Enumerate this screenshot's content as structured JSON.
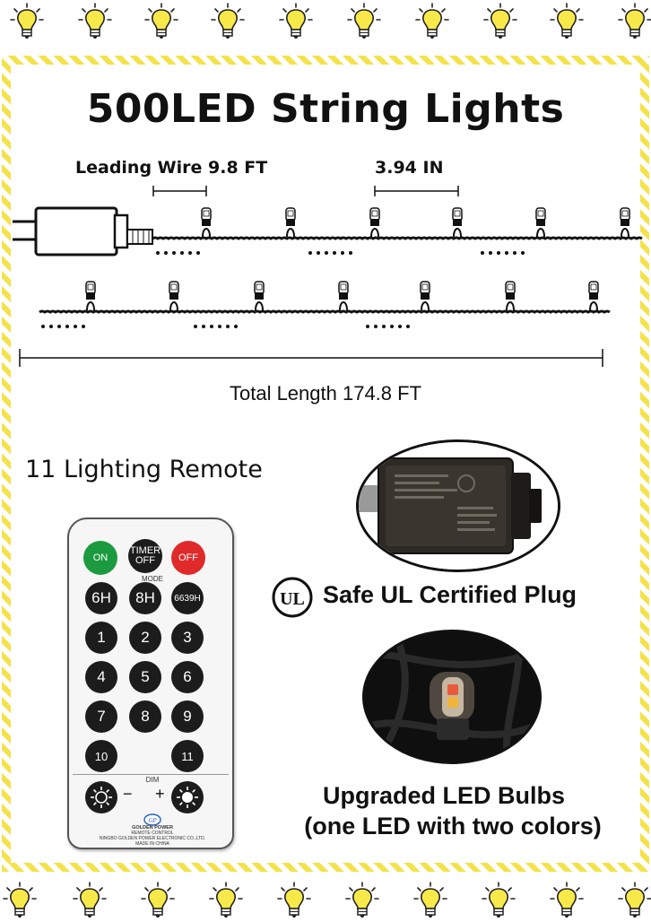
{
  "title": "500LED String Lights",
  "leading_wire_label": "Leading Wire 9.8 FT",
  "spacing_label": "3.94 IN",
  "total_length_label": "Total Length 174.8 FT",
  "remote_title": "11 Lighting Remote",
  "features": {
    "plug": "Safe UL Certified Plug",
    "bulbs_line1": "Upgraded LED Bulbs",
    "bulbs_line2": "(one LED with two colors)"
  },
  "ul_mark": "UL",
  "remote": {
    "on": "ON",
    "timer_off_line1": "TIMER",
    "timer_off_line2": "OFF",
    "off": "OFF",
    "mode_label": "MODE",
    "timers": [
      "6H",
      "8H",
      "6639H"
    ],
    "numbers": [
      "1",
      "2",
      "3",
      "4",
      "5",
      "6",
      "7",
      "8",
      "9",
      "10",
      "11"
    ],
    "dim_label": "DIM",
    "minus": "−",
    "plus": "+",
    "brand": "GOLDEN POWER",
    "subtitle": "REMOTE CONTROL",
    "maker": "NINGBO GOLDEN POWER ELECTRONIC CO.,LTD.",
    "made_in": "MADE IN CHINA"
  },
  "colors": {
    "frame_yellow": "#f4e24a",
    "bulb_yellow": "#f8e94a",
    "on_green": "#1c9a3f",
    "off_red": "#e02a2a"
  }
}
